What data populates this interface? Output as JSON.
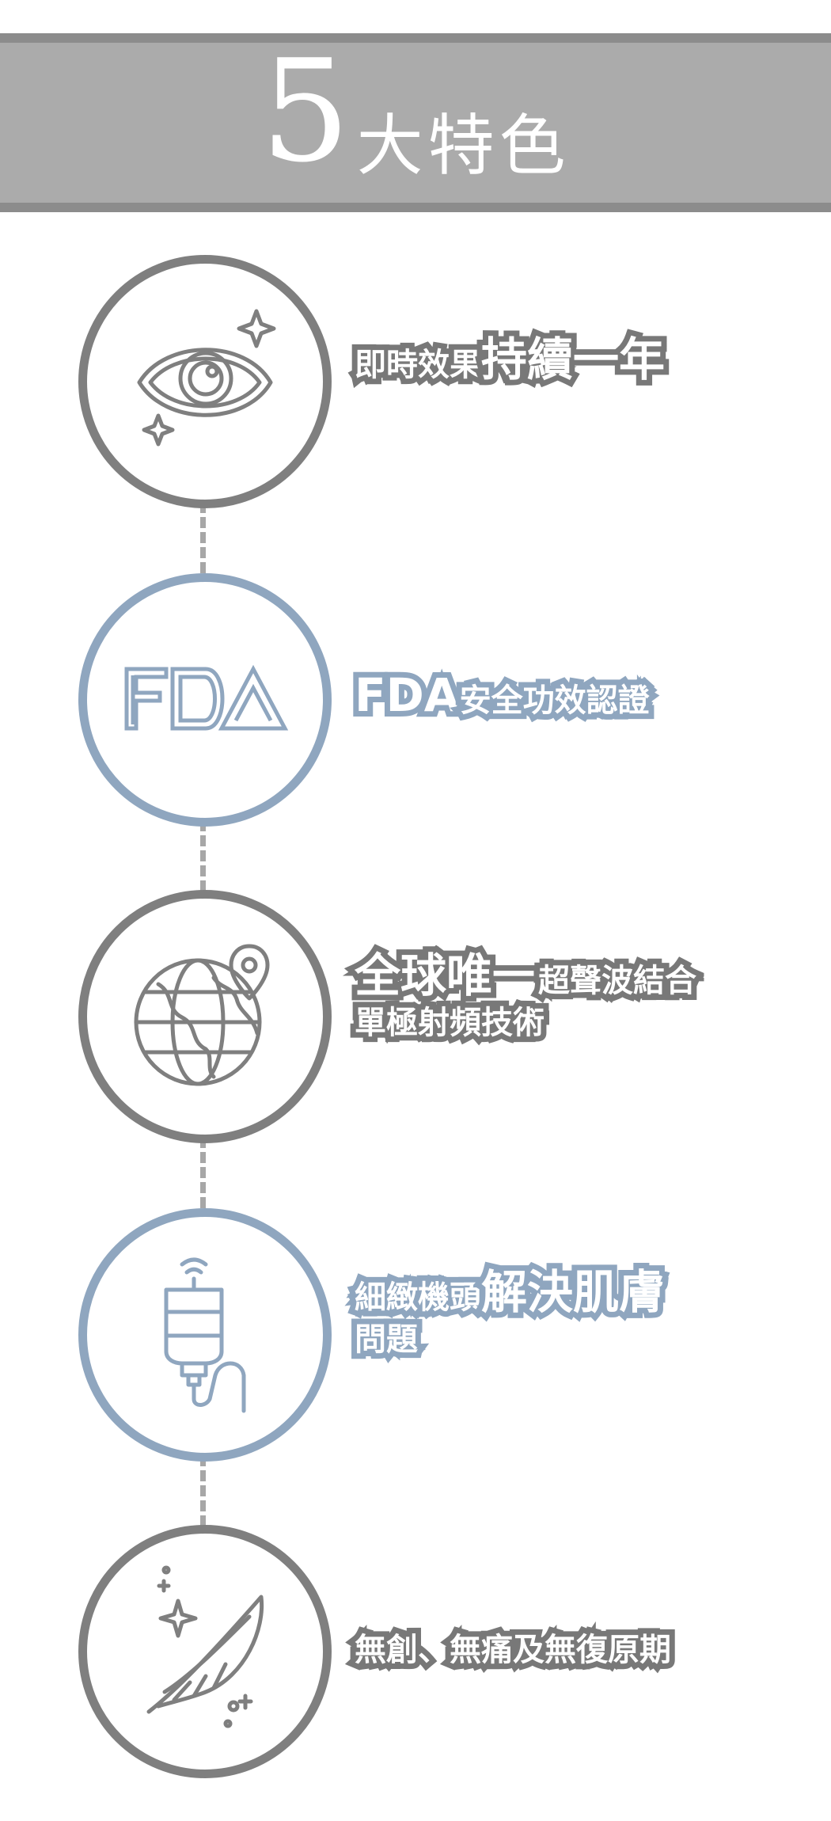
{
  "header": {
    "number": "5",
    "title": "大特色"
  },
  "features": [
    {
      "icon": "eye-sparkle-icon",
      "lines": [
        {
          "parts": [
            {
              "text": "即時效果",
              "size": "sm"
            },
            {
              "text": "持續一年",
              "size": "lg"
            }
          ]
        }
      ]
    },
    {
      "icon": "fda-logo-icon",
      "lines": [
        {
          "parts": [
            {
              "text": "FDA",
              "size": "lg"
            },
            {
              "text": "安全功效認證",
              "size": "sm"
            }
          ]
        }
      ]
    },
    {
      "icon": "globe-location-icon",
      "lines": [
        {
          "parts": [
            {
              "text": "全球唯一",
              "size": "lg"
            },
            {
              "text": "超聲波結合",
              "size": "sm"
            }
          ]
        },
        {
          "parts": [
            {
              "text": "單極射頻技術",
              "size": "sm"
            }
          ]
        }
      ]
    },
    {
      "icon": "device-head-icon",
      "lines": [
        {
          "parts": [
            {
              "text": "細緻機頭",
              "size": "sm"
            },
            {
              "text": "解決肌膚",
              "size": "lg"
            }
          ]
        },
        {
          "parts": [
            {
              "text": "問題",
              "size": "sm"
            }
          ]
        }
      ]
    },
    {
      "icon": "feather-sparkle-icon",
      "lines": [
        {
          "parts": [
            {
              "text": "無創、無痛及無復原期",
              "size": "sm"
            }
          ]
        }
      ]
    }
  ],
  "colors": {
    "header_background": "#ababab",
    "header_border": "#8c8c8c",
    "gray_accent": "#7f7f7f",
    "blue_accent": "#8fa6bf",
    "connector": "#a7a7a7"
  }
}
